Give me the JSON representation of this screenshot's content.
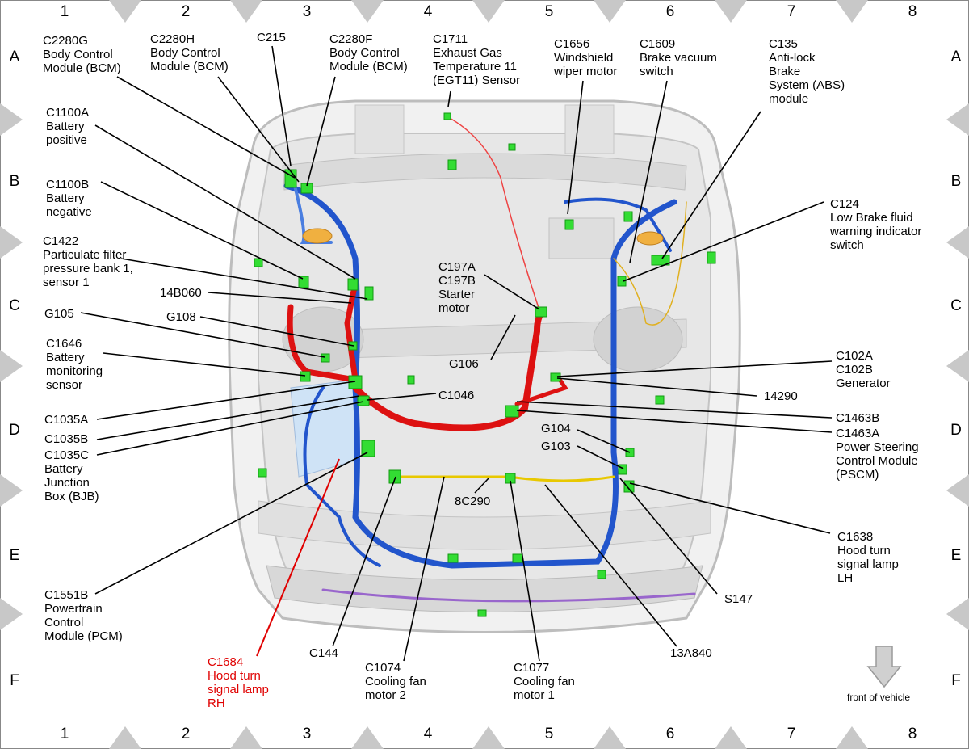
{
  "grid": {
    "columns": [
      "1",
      "2",
      "3",
      "4",
      "5",
      "6",
      "7",
      "8"
    ],
    "rows": [
      "A",
      "B",
      "C",
      "D",
      "E",
      "F"
    ]
  },
  "labels": {
    "c2280g": [
      "C2280G",
      "Body Control",
      "Module (BCM)"
    ],
    "c2280h": [
      "C2280H",
      "Body Control",
      "Module (BCM)"
    ],
    "c215": [
      "C215"
    ],
    "c2280f": [
      "C2280F",
      "Body Control",
      "Module (BCM)"
    ],
    "c1711": [
      "C1711",
      "Exhaust Gas",
      "Temperature 11",
      "(EGT11) Sensor"
    ],
    "c1656": [
      "C1656",
      "Windshield",
      "wiper motor"
    ],
    "c1609": [
      "C1609",
      "Brake vacuum",
      "switch"
    ],
    "c135": [
      "C135",
      "Anti-lock",
      "Brake",
      "System (ABS)",
      "module"
    ],
    "c1100a": [
      "C1100A",
      "Battery",
      "positive"
    ],
    "c1100b": [
      "C1100B",
      "Battery",
      "negative"
    ],
    "c1422": [
      "C1422",
      "Particulate filter",
      "pressure bank 1,",
      "sensor 1"
    ],
    "c124": [
      "C124",
      "Low Brake fluid",
      "warning indicator",
      "switch"
    ],
    "b14b060": [
      "14B060"
    ],
    "g108": [
      "G108"
    ],
    "c197": [
      "C197A",
      "C197B",
      "Starter",
      "motor"
    ],
    "g105": [
      "G105"
    ],
    "c1646": [
      "C1646",
      "Battery",
      "monitoring",
      "sensor"
    ],
    "g106": [
      "G106"
    ],
    "c102": [
      "C102A",
      "C102B",
      "Generator"
    ],
    "n14290": [
      "14290"
    ],
    "c1046": [
      "C1046"
    ],
    "c1035a": [
      "C1035A"
    ],
    "c1035b": [
      "C1035B"
    ],
    "c1035c": [
      "C1035C",
      "Battery",
      "Junction",
      "Box (BJB)"
    ],
    "c1463b": [
      "C1463B"
    ],
    "c1463a": [
      "C1463A",
      "Power Steering",
      "Control Module",
      "(PSCM)"
    ],
    "g104": [
      "G104"
    ],
    "g103": [
      "G103"
    ],
    "n8c290": [
      "8C290"
    ],
    "c1638": [
      "C1638",
      "Hood turn",
      "signal lamp",
      "LH"
    ],
    "s147": [
      "S147"
    ],
    "c1551b": [
      "C1551B",
      "Powertrain",
      "Control",
      "Module (PCM)"
    ],
    "c144": [
      "C144"
    ],
    "c1684": [
      "C1684",
      "Hood turn",
      "signal lamp",
      "RH"
    ],
    "c1074": [
      "C1074",
      "Cooling fan",
      "motor 2"
    ],
    "c1077": [
      "C1077",
      "Cooling fan",
      "motor 1"
    ],
    "n13a840": [
      "13A840"
    ]
  },
  "front_of_vehicle": "front of vehicle",
  "colors": {
    "highlight": "#e00000",
    "connector": "#33dd33",
    "harness_blue": "#2255cc",
    "harness_red": "#dd1111",
    "harness_yellow": "#e8c800",
    "harness_purple": "#9966cc",
    "border_triangle": "#c8c8c8"
  }
}
